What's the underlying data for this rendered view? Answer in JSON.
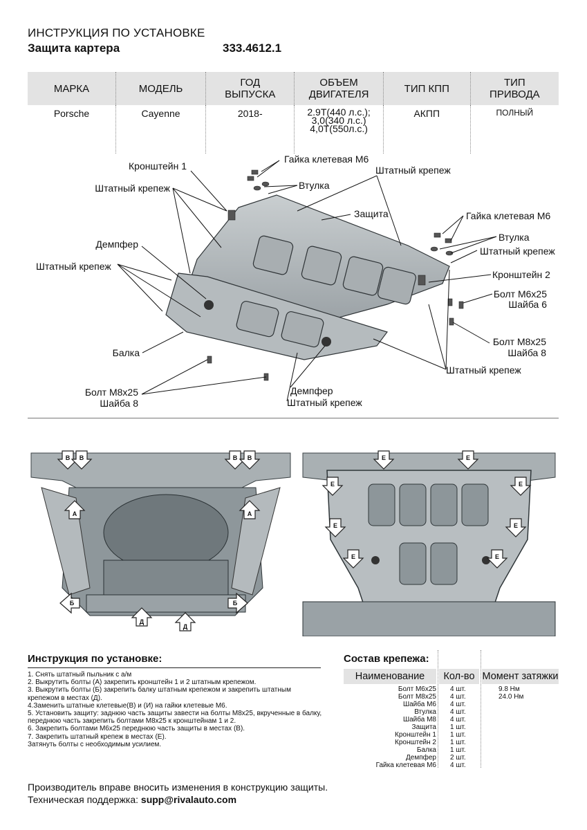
{
  "header": {
    "title": "ИНСТРУКЦИЯ ПО УСТАНОВКЕ",
    "subtitle": "Защита картера",
    "part_number": "333.4612.1"
  },
  "spec_table": {
    "headers": [
      "МАРКА",
      "МОДЕЛЬ",
      "ГОД ВЫПУСКА",
      "ОБЪЕМ ДВИГАТЕЛЯ",
      "ТИП КПП",
      "ТИП ПРИВОДА"
    ],
    "headers_split": [
      [
        "МАРКА",
        ""
      ],
      [
        "МОДЕЛЬ",
        ""
      ],
      [
        "ГОД",
        "ВЫПУСКА"
      ],
      [
        "ОБЪЕМ",
        "ДВИГАТЕЛЯ"
      ],
      [
        "ТИП КПП",
        ""
      ],
      [
        "ТИП",
        "ПРИВОДА"
      ]
    ],
    "row": {
      "brand": "Porsche",
      "model": "Cayenne",
      "year": "2018-",
      "engine_line1": "2.9Т(440 л.с.); 3,0(340 л.с.)",
      "engine_line2": "4,0Т(550л.с.)",
      "gearbox": "АКПП",
      "drive": "ПОЛНЫЙ"
    }
  },
  "diagram_labels": {
    "bracket1": "Кронштейн 1",
    "cage_nut_m6_top": "Гайка клетевая М6",
    "std_fastener_top": "Штатный крепеж",
    "bushing_top": "Втулка",
    "std_fastener_left1": "Штатный крепеж",
    "guard": "Защита",
    "cage_nut_m6_right": "Гайка клетевая М6",
    "bushing_right": "Втулка",
    "std_fastener_right1": "Штатный крепеж",
    "damper_left": "Демпфер",
    "std_fastener_left2": "Штатный крепеж",
    "bracket2": "Кронштейн 2",
    "bolt_m6x25": "Болт М6х25",
    "washer6": "Шайба 6",
    "bolt_m8x25_right": "Болт М8х25",
    "washer8_right": "Шайба 8",
    "beam": "Балка",
    "std_fastener_right2": "Штатный крепеж",
    "bolt_m8x25_left": "Болт М8х25",
    "washer8_left": "Шайба 8",
    "damper_bottom": "Демпфер",
    "std_fastener_bottom": "Штатный крепеж"
  },
  "photo_markers": {
    "left": [
      "В",
      "В",
      "В",
      "В",
      "А",
      "А",
      "Б",
      "Б",
      "Д",
      "Д"
    ],
    "right": [
      "Е",
      "Е",
      "Е",
      "Е",
      "Е",
      "Е",
      "Е",
      "Е"
    ]
  },
  "instructions": {
    "title": "Инструкция по установке:",
    "steps": [
      "1. Снять штатный пыльник с а/м",
      "2. Выкрутить болты (А) закрепить кронштейн 1 и 2 штатным крепежом.",
      "3. Выкрутить болты (Б) закрепить балку штатным крепежом и закрепить штатным",
      "крепежом в местах (Д).",
      "4.Заменить штатные клетевые(В) и (И) на гайки клетевые М6.",
      "5. Установить защиту: заднюю часть защиты завести на болты М8х25, вкрученные в балку,",
      "переднюю часть закрепить болтами М8х25 к кронштейнам 1 и 2.",
      "6. Закрепить болтами М6х25 переднюю часть защиты в местах (В).",
      "7. Закрепить штатный крепеж в местах (Е).",
      " Затянуть болты с необходимым усилием."
    ]
  },
  "fasteners": {
    "title": "Состав крепежа:",
    "col_name": "Наименование",
    "col_qty": "Кол-во",
    "col_torque": "Момент затяжки",
    "rows": [
      {
        "name": "Болт М6х25",
        "qty": "4 шт.",
        "torque": "9.8 Нм"
      },
      {
        "name": "Болт М8х25",
        "qty": "4 шт.",
        "torque": "24.0 Нм"
      },
      {
        "name": "Шайба М6",
        "qty": "4 шт.",
        "torque": ""
      },
      {
        "name": "Втулка",
        "qty": "4 шт.",
        "torque": ""
      },
      {
        "name": "Шайба М8",
        "qty": "4 шт.",
        "torque": ""
      },
      {
        "name": "Защита",
        "qty": "1 шт.",
        "torque": ""
      },
      {
        "name": "Кронштейн 1",
        "qty": "1 шт.",
        "torque": ""
      },
      {
        "name": "Кронштейн 2",
        "qty": "1 шт.",
        "torque": ""
      },
      {
        "name": "Балка",
        "qty": "1 шт.",
        "torque": ""
      },
      {
        "name": "Демпфер",
        "qty": "2 шт.",
        "torque": ""
      },
      {
        "name": "Гайка клетевая М6",
        "qty": "4 шт.",
        "torque": ""
      }
    ]
  },
  "footer": {
    "line1": "Производитель вправе вносить изменения в конструкцию защиты.",
    "line2_prefix": "Техническая поддержка: ",
    "email": "supp@rivalauto.com"
  }
}
